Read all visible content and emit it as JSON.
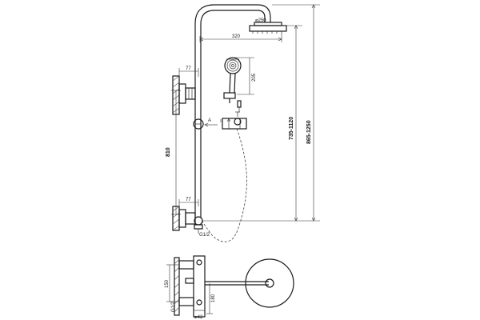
{
  "drawing": {
    "shower_head_diameter": "⌀250",
    "arm_length": "320",
    "wall_offset_top": "77",
    "hand_shower_height": "205",
    "section_a_left": "A",
    "section_a_right": "A",
    "bar_center_height": "810",
    "adjustable_height": "735-1120",
    "total_height": "865-1250",
    "wall_offset_bottom": "77",
    "inlet_thread_main": "G1/2",
    "side_centers": "150",
    "side_inlet_thread": "G1/2",
    "side_outlet_height": "180",
    "side_pipe_diameter": "⌀42"
  }
}
